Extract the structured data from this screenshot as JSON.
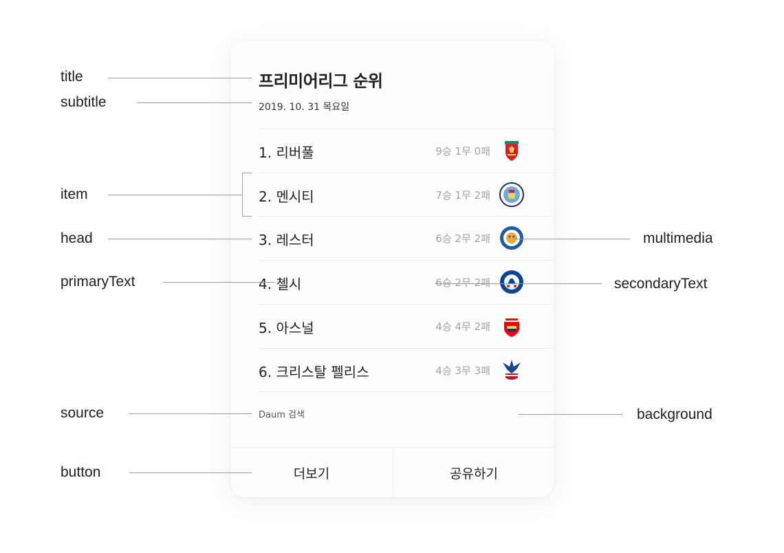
{
  "card": {
    "title": "프리미어리그 순위",
    "subtitle": "2019. 10. 31 목요일",
    "items": [
      {
        "primary": "1. 리버풀",
        "secondary": "9승 1무 0패",
        "crest": "liverpool-crest-icon"
      },
      {
        "primary": "2. 멘시티",
        "secondary": "7승 1무 2패",
        "crest": "man-city-crest-icon"
      },
      {
        "primary": "3. 레스터",
        "secondary": "6승 2무 2패",
        "crest": "leicester-crest-icon"
      },
      {
        "primary": "4. 첼시",
        "secondary": "6승 2무 2패",
        "crest": "chelsea-crest-icon"
      },
      {
        "primary": "5. 아스널",
        "secondary": "4승 4무 2패",
        "crest": "arsenal-crest-icon"
      },
      {
        "primary": "6. 크리스탈 펠리스",
        "secondary": "4승 3무 3패",
        "crest": "crystal-palace-crest-icon"
      }
    ],
    "source": "Daum 검색",
    "buttons": {
      "more": "더보기",
      "share": "공유하기"
    }
  },
  "annotations": {
    "title": "title",
    "subtitle": "subtitle",
    "item": "item",
    "head": "head",
    "primaryText": "primaryText",
    "source": "source",
    "button": "button",
    "multimedia": "multimedia",
    "secondaryText": "secondaryText",
    "background": "background"
  },
  "colors": {
    "card_bg": "#fdfdfd",
    "secondary_text": "#a3a3a3",
    "leader_line": "#9a9a9a"
  }
}
